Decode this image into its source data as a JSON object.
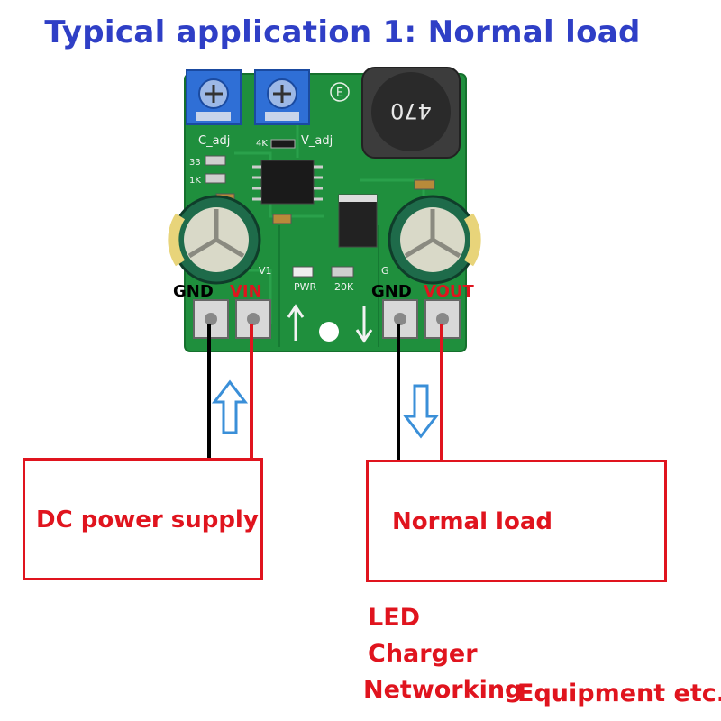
{
  "title": "Typical application 1: Normal load",
  "board": {
    "silkscreen": {
      "c_adj": "C_adj",
      "v_adj": "V_adj",
      "r4k": "4K",
      "r33": "33",
      "r1k": "1K",
      "pwr": "PWR",
      "r20k": "20K",
      "v1": "V1",
      "g": "G",
      "e_logo": "E",
      "inductor": "470"
    },
    "terminals": {
      "gnd_in": "GND",
      "vin": "VIN",
      "gnd_out": "GND",
      "vout": "VOUT"
    }
  },
  "power_supply_label": "DC power supply",
  "load_label": "Normal load",
  "applications": [
    "LED",
    "Charger",
    "Networking",
    "Equipment etc."
  ],
  "colors": {
    "title": "#2f3fc6",
    "red": "#e0141e",
    "pcb": "#1e8a3a",
    "arrow": "#3a8fd8"
  }
}
